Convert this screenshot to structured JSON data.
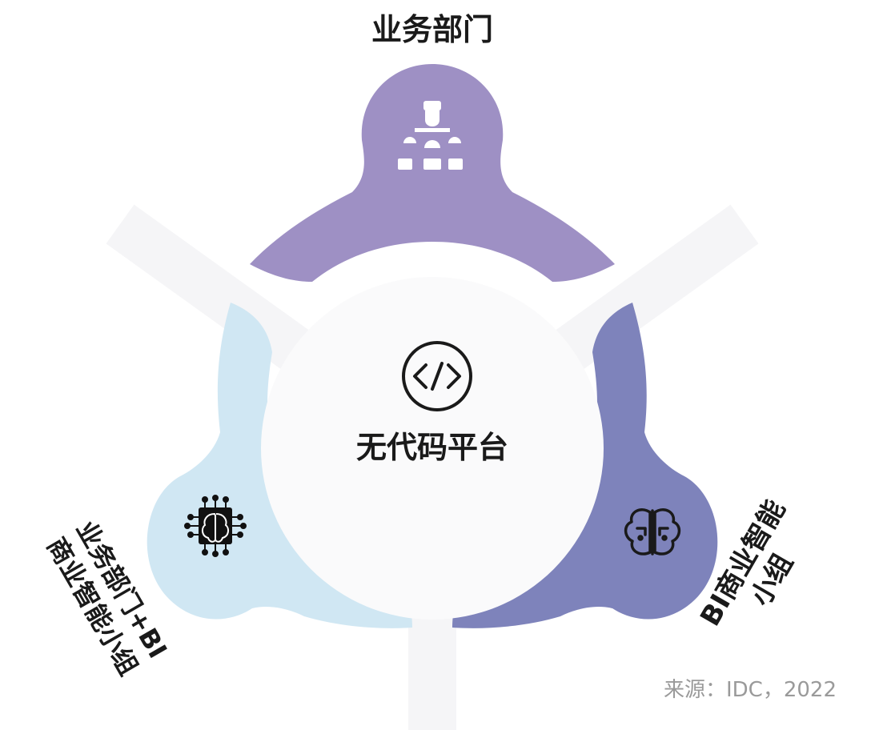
{
  "center": {
    "label": "无代码平台",
    "icon": "code-brackets-icon"
  },
  "segments": {
    "top": {
      "label": "业务部门",
      "icon": "business-team-icon",
      "color": "#9e90c4"
    },
    "right": {
      "label_line1": "BI商业智能",
      "label_line2": "小组",
      "icon": "brain-icon",
      "color": "#7e83bb"
    },
    "left": {
      "label_line1": "业务部门+BI",
      "label_line2": "商业智能小组",
      "icon": "ai-chip-brain-icon",
      "color": "#d0e7f3"
    }
  },
  "source": "来源：IDC，2022"
}
